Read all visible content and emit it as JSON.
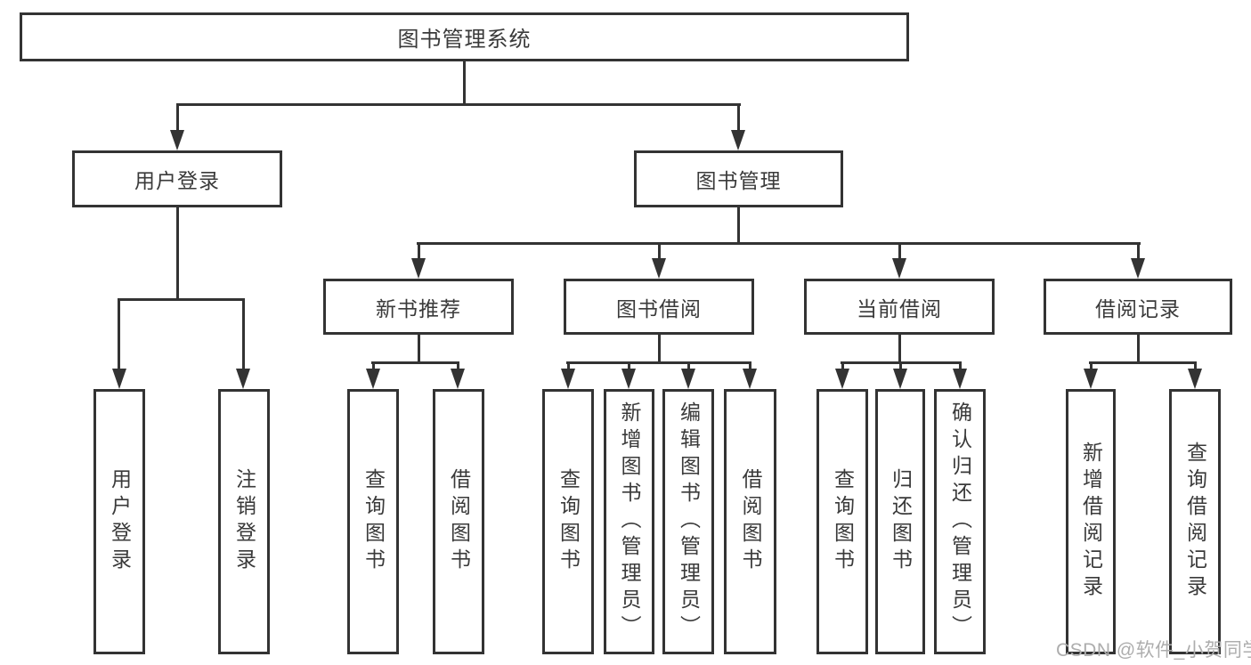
{
  "diagram": {
    "root": {
      "label": "图书管理系统"
    },
    "level2": {
      "user_login": {
        "label": "用户登录"
      },
      "book_management": {
        "label": "图书管理"
      }
    },
    "level3": {
      "new_book_recommendation": {
        "label": "新书推荐"
      },
      "book_borrowing": {
        "label": "图书借阅"
      },
      "current_borrowing": {
        "label": "当前借阅"
      },
      "borrowing_records": {
        "label": "借阅记录"
      }
    },
    "leaves": {
      "user_login": {
        "label": "用户登录"
      },
      "logout": {
        "label": "注销登录"
      },
      "query_books_recommend": {
        "label": "查询图书"
      },
      "borrow_books_recommend": {
        "label": "借阅图书"
      },
      "query_books_borrowing": {
        "label": "查询图书"
      },
      "add_books_admin": {
        "label": "新增图书（管理员）"
      },
      "edit_books_admin": {
        "label": "编辑图书（管理员）"
      },
      "borrow_books_borrowing": {
        "label": "借阅图书"
      },
      "query_books_current": {
        "label": "查询图书"
      },
      "return_books": {
        "label": "归还图书"
      },
      "confirm_return_admin": {
        "label": "确认归还（管理员）"
      },
      "add_borrow_record": {
        "label": "新增借阅记录"
      },
      "query_borrow_record": {
        "label": "查询借阅记录"
      }
    },
    "colors": {
      "line": "#333333",
      "text": "#3a3a3a",
      "background": "#ffffff",
      "watermark_text": "#adadad"
    },
    "watermark": "CSDN @软件_小贺同学"
  }
}
